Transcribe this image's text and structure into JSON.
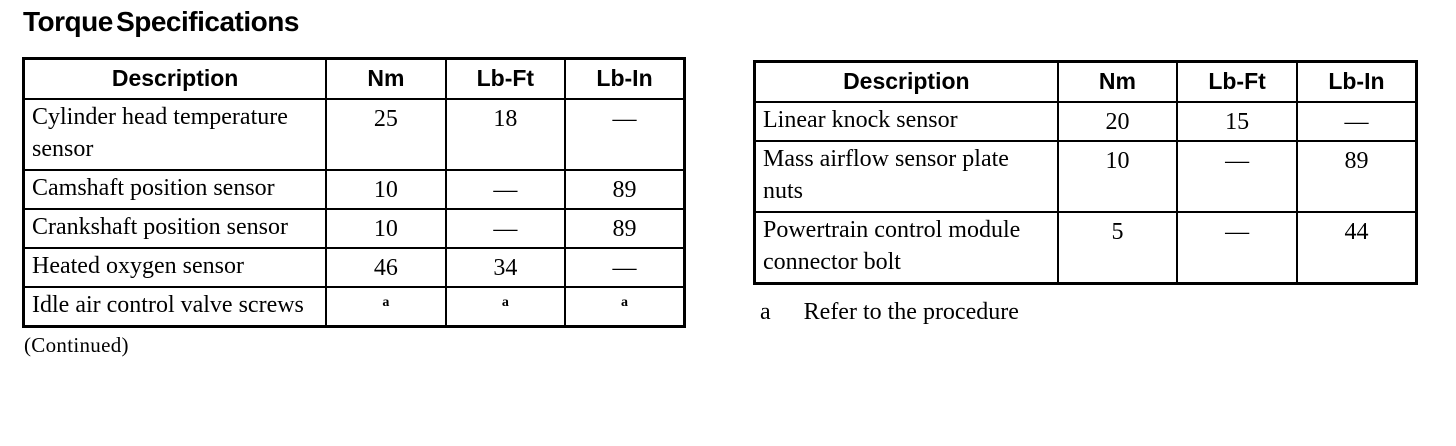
{
  "page": {
    "title": "Torque Specifications",
    "continued_note": "(Continued)",
    "footnote": {
      "marker": "a",
      "text": "Refer to the procedure"
    }
  },
  "colors": {
    "ink": "#000000",
    "paper": "#ffffff"
  },
  "tables": [
    {
      "name": "torque-specifications-table-left",
      "headers": [
        "Description",
        "Nm",
        "Lb-Ft",
        "Lb-In"
      ],
      "rows": [
        {
          "description": "Cylinder head temperature sensor",
          "cells": [
            {
              "text": "25"
            },
            {
              "text": "18"
            },
            {
              "text": "—"
            }
          ]
        },
        {
          "description": "Camshaft position sensor",
          "cells": [
            {
              "text": "10"
            },
            {
              "text": "—"
            },
            {
              "text": "89"
            }
          ]
        },
        {
          "description": "Crankshaft position sensor",
          "cells": [
            {
              "text": "10"
            },
            {
              "text": "—"
            },
            {
              "text": "89"
            }
          ]
        },
        {
          "description": "Heated oxygen sensor",
          "cells": [
            {
              "text": "46"
            },
            {
              "text": "34"
            },
            {
              "text": "—"
            }
          ]
        },
        {
          "description": "Idle air control valve screws",
          "cells": [
            {
              "text": "a",
              "sup": true
            },
            {
              "text": "a",
              "sup": true
            },
            {
              "text": "a",
              "sup": true
            }
          ]
        }
      ]
    },
    {
      "name": "torque-specifications-table-right",
      "headers": [
        "Description",
        "Nm",
        "Lb-Ft",
        "Lb-In"
      ],
      "rows": [
        {
          "description": "Linear knock sensor",
          "cells": [
            {
              "text": "20"
            },
            {
              "text": "15"
            },
            {
              "text": "—"
            }
          ]
        },
        {
          "description": "Mass airflow sensor plate nuts",
          "cells": [
            {
              "text": "10"
            },
            {
              "text": "—"
            },
            {
              "text": "89"
            }
          ]
        },
        {
          "description": "Powertrain control module connector bolt",
          "cells": [
            {
              "text": "5"
            },
            {
              "text": "—"
            },
            {
              "text": "44"
            }
          ]
        }
      ]
    }
  ]
}
